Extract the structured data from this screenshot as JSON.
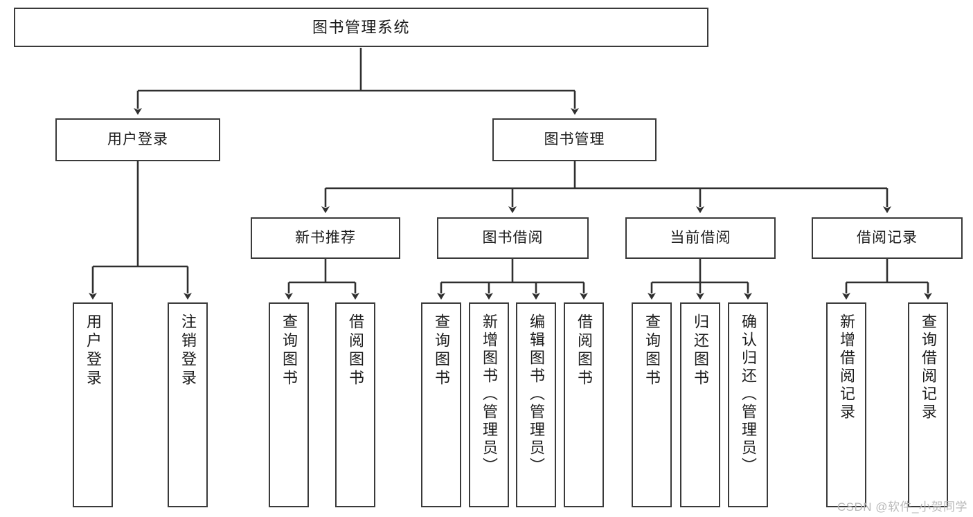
{
  "diagram": {
    "title": "图书管理系统",
    "type": "tree",
    "watermark": "CSDN @软件_小贺同学",
    "colors": {
      "box_border": "#3a3a3a",
      "box_fill": "#ffffff",
      "connector": "#2f2f2f",
      "text": "#1b1b1b",
      "watermark": "#b9b9b9",
      "background": "#ffffff"
    },
    "root": {
      "label": "图书管理系统"
    },
    "level2": [
      {
        "label": "用户登录"
      },
      {
        "label": "图书管理"
      }
    ],
    "level3": [
      {
        "label": "新书推荐"
      },
      {
        "label": "图书借阅"
      },
      {
        "label": "当前借阅"
      },
      {
        "label": "借阅记录"
      }
    ],
    "leaves": {
      "user_login": [
        {
          "label": "用户登录"
        },
        {
          "label": "注销登录"
        }
      ],
      "new_book_recommend": [
        {
          "label": "查询图书"
        },
        {
          "label": "借阅图书"
        }
      ],
      "book_borrow": [
        {
          "label": "查询图书"
        },
        {
          "label": "新增图书（管理员）"
        },
        {
          "label": "编辑图书（管理员）"
        },
        {
          "label": "借阅图书"
        }
      ],
      "current_borrow": [
        {
          "label": "查询图书"
        },
        {
          "label": "归还图书"
        },
        {
          "label": "确认归还（管理员）"
        }
      ],
      "borrow_record": [
        {
          "label": "新增借阅记录"
        },
        {
          "label": "查询借阅记录"
        }
      ]
    }
  }
}
